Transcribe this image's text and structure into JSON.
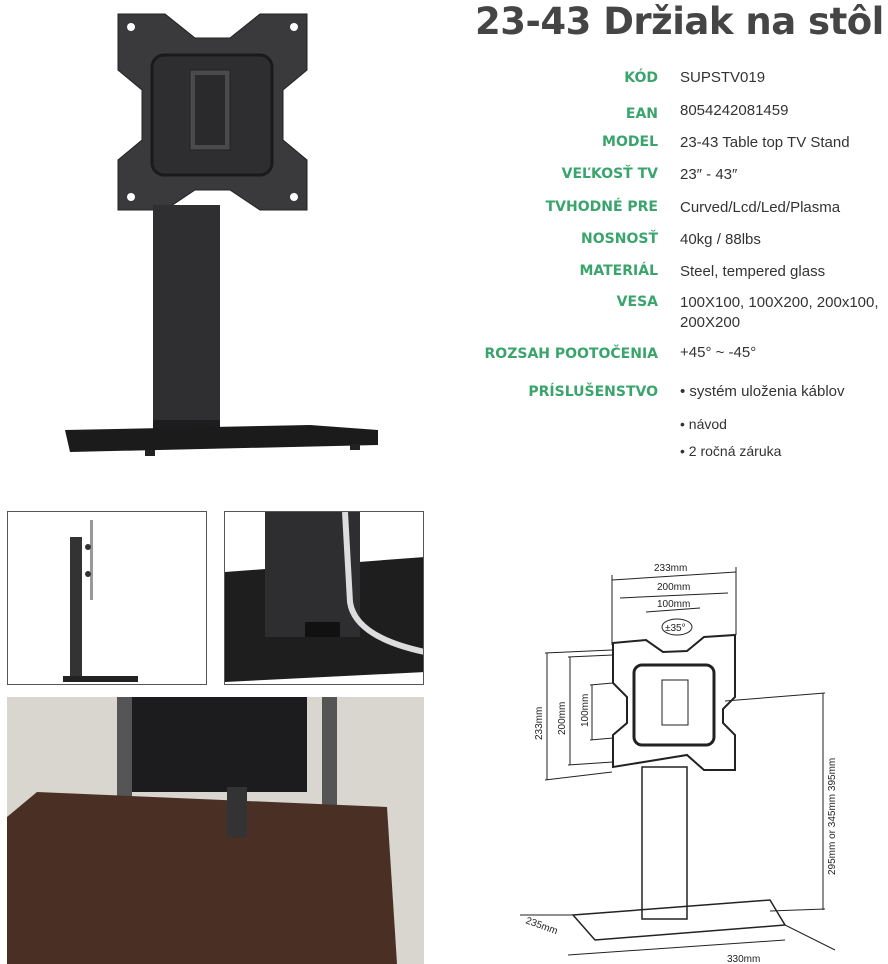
{
  "title": "23-43 Držiak na stôl",
  "specs": [
    {
      "label": "KÓD",
      "value": "SUPSTV019"
    },
    {
      "label": "EAN",
      "value": "8054242081459"
    },
    {
      "label": "MODEL",
      "value": "23-43 Table top TV Stand"
    },
    {
      "label": "VEĽKOSŤ TV",
      "value": "23″ - 43″"
    },
    {
      "label": "TVHODNÉ PRE",
      "value": "Curved/Lcd/Led/Plasma"
    },
    {
      "label": "NOSNOSŤ",
      "value": "40kg / 88lbs"
    },
    {
      "label": "MATERIÁL",
      "value": "Steel, tempered glass"
    },
    {
      "label": "VESA",
      "value": "100X100, 100X200, 200x100,",
      "value2": "200X200"
    },
    {
      "label": "ROZSAH POOTOČENIA",
      "value": "+45° ~ -45°"
    },
    {
      "label": "PRÍSLUŠENSTVO",
      "items": [
        "• systém uloženia káblov",
        "• návod",
        "• 2 ročná záruka"
      ]
    }
  ],
  "diagram": {
    "w233": "233mm",
    "w200": "200mm",
    "w100": "100mm",
    "rot": "±35°",
    "h233": "233mm",
    "h200": "200mm",
    "h100": "100mm",
    "height": "295mm or 345mm 395mm",
    "depth": "235mm",
    "width": "330mm"
  }
}
